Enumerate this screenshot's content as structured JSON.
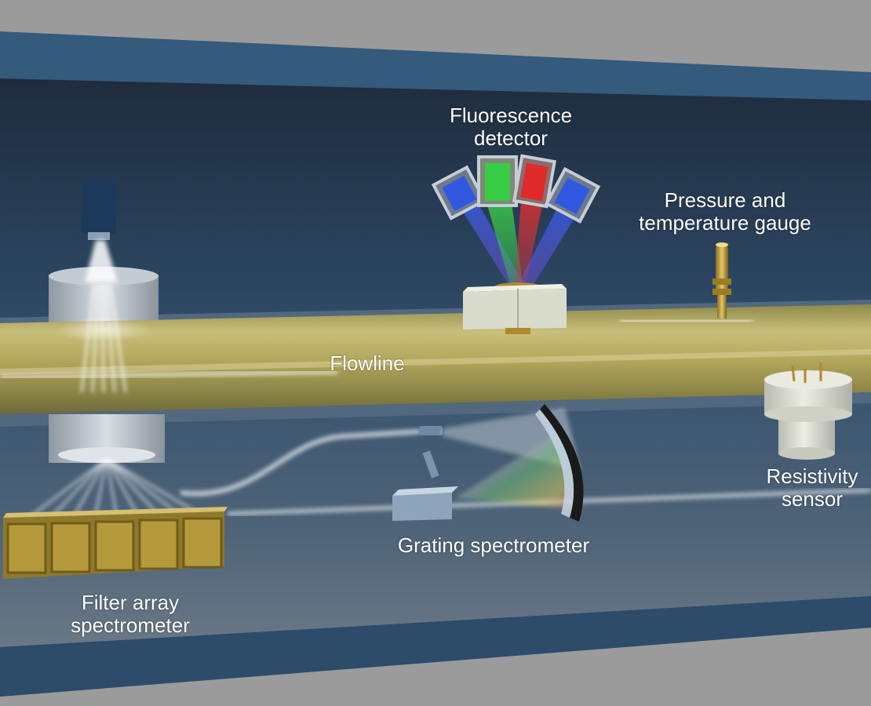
{
  "labels": {
    "fluorescence_detector": [
      "Fluorescence",
      "detector"
    ],
    "pressure_temperature_gauge": [
      "Pressure and",
      "temperature gauge"
    ],
    "flowline": "Flowline",
    "resistivity_sensor": [
      "Resistivity",
      "sensor"
    ],
    "grating_spectrometer": "Grating spectrometer",
    "filter_array_spectrometer": [
      "Filter array",
      "spectrometer"
    ]
  },
  "colors": {
    "housing": "#345a7c",
    "housing_interior": "#24364d",
    "flowline": "#b3a85c",
    "flowline_highlight": "#dcd29a",
    "filter_gold": "#b59a3c",
    "fluorescence_blue": "#2f5fe8",
    "fluorescence_green": "#3ccf4a",
    "fluorescence_red": "#e23030",
    "background": "#9a9a9a"
  }
}
